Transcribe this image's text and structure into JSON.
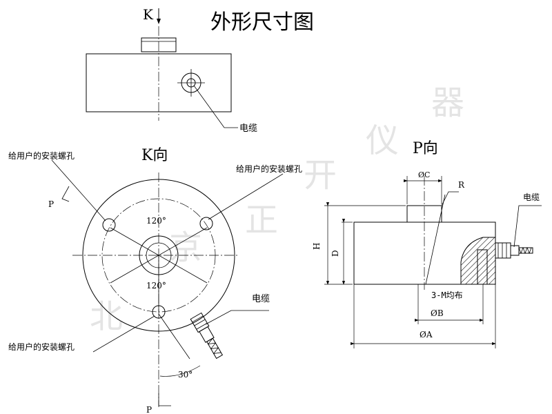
{
  "title": "外形尺寸图",
  "watermark": [
    "北",
    "京",
    "正",
    "开",
    "仪",
    "器"
  ],
  "top_view": {
    "k_label": "K",
    "cable_label": "电缆"
  },
  "k_view": {
    "title": "K向",
    "hole_label_left": "给用户的安装螺孔",
    "hole_label_right": "给用户的安装螺孔",
    "hole_label_bottom": "给用户的安装螺孔",
    "angle_top": "120°",
    "angle_bottom": "120°",
    "angle_offset": "30°",
    "cable_label": "电缆",
    "p_label_top": "P",
    "p_label_bottom": "P"
  },
  "p_view": {
    "title": "P向",
    "dim_c": "ØC",
    "dim_r": "R",
    "dim_h": "H",
    "dim_d": "D",
    "thread_label": "3-M均布",
    "dim_b": "ØB",
    "dim_a": "ØA",
    "cable_label": "电缆"
  }
}
